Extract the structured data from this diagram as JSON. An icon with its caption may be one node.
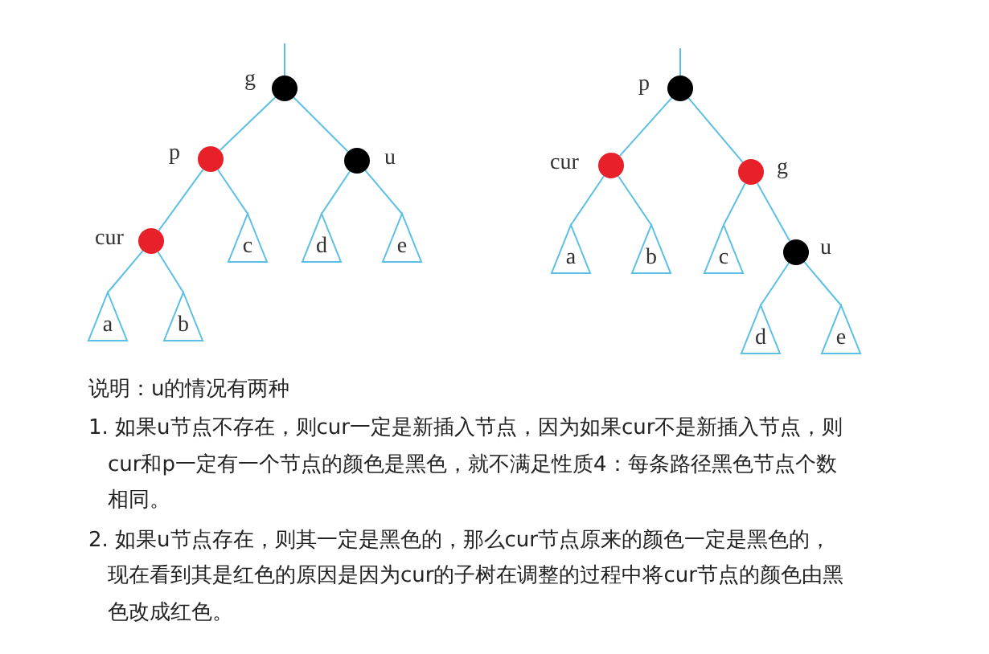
{
  "diagram": {
    "nodes": [
      {
        "text": [],
        "shape": "circle",
        "beside": [
          "g"
        ]
      },
      {
        "text": [],
        "shape": "circle",
        "beside": [
          "p"
        ]
      },
      {
        "text": [],
        "shape": "circle",
        "beside": [
          "u"
        ]
      },
      {
        "text": [],
        "shape": "circle",
        "beside": [
          "cur"
        ]
      },
      {
        "text": [
          "c"
        ]
      },
      {
        "text": [
          "d"
        ]
      },
      {
        "text": [
          "e"
        ]
      },
      {
        "text": [
          "a"
        ]
      },
      {
        "text": [
          "b"
        ]
      },
      {
        "text": [],
        "shape": "circle",
        "beside": [
          "p"
        ]
      },
      {
        "text": [],
        "shape": "circle",
        "beside": [
          "cur"
        ]
      },
      {
        "text": [],
        "shape": "circle",
        "beside": [
          "g"
        ]
      },
      {
        "text": [
          "a"
        ]
      },
      {
        "text": [
          "b"
        ]
      },
      {
        "text": [
          "c"
        ]
      },
      {
        "text": [],
        "shape": "circle",
        "beside": [
          "u"
        ]
      },
      {
        "text": [
          "d"
        ]
      },
      {
        "text": [
          "e"
        ]
      }
    ],
    "edges": [
      {
        "from": null,
        "to": 0,
        "arrow": "none"
      },
      {
        "from": 0,
        "to": 1,
        "arrow": "none"
      },
      {
        "from": 0,
        "to": 2,
        "arrow": "none"
      },
      {
        "from": 1,
        "to": 3,
        "arrow": "none"
      },
      {
        "from": 1,
        "to": 4,
        "arrow": "none"
      },
      {
        "from": 2,
        "to": 5,
        "arrow": "none"
      },
      {
        "from": 2,
        "to": 6,
        "arrow": "none"
      },
      {
        "from": 3,
        "to": 7,
        "arrow": "none"
      },
      {
        "from": 3,
        "to": 8,
        "arrow": "none"
      },
      {
        "from": null,
        "to": 9,
        "arrow": "none"
      },
      {
        "from": 9,
        "to": 10,
        "arrow": "none"
      },
      {
        "from": 9,
        "to": 11,
        "arrow": "none"
      },
      {
        "from": 10,
        "to": 12,
        "arrow": "none"
      },
      {
        "from": 10,
        "to": 13,
        "arrow": "none"
      },
      {
        "from": 11,
        "to": 14,
        "arrow": "none"
      },
      {
        "from": 11,
        "to": 15,
        "arrow": "none"
      },
      {
        "from": 15,
        "to": 16,
        "arrow": "none"
      },
      {
        "from": 15,
        "to": 17,
        "arrow": "none"
      }
    ],
    "labels": [
      "说明：u的情况有两种",
      "1. 如果u节点不存在，则cur一定是新插入节点，因为如果cur不是新插入节点，则cur和p一定有一个节点的颜色是黑色，就不满足性质4：每条路径黑色节点个数相同。",
      "2. 如果u节点存在，则其一定是黑色的，那么cur节点原来的颜色一定是黑色的，现在看到其是红色的原因是因为cur的子树在调整的过程中将cur节点的颜色由黑色改成红色。"
    ]
  }
}
